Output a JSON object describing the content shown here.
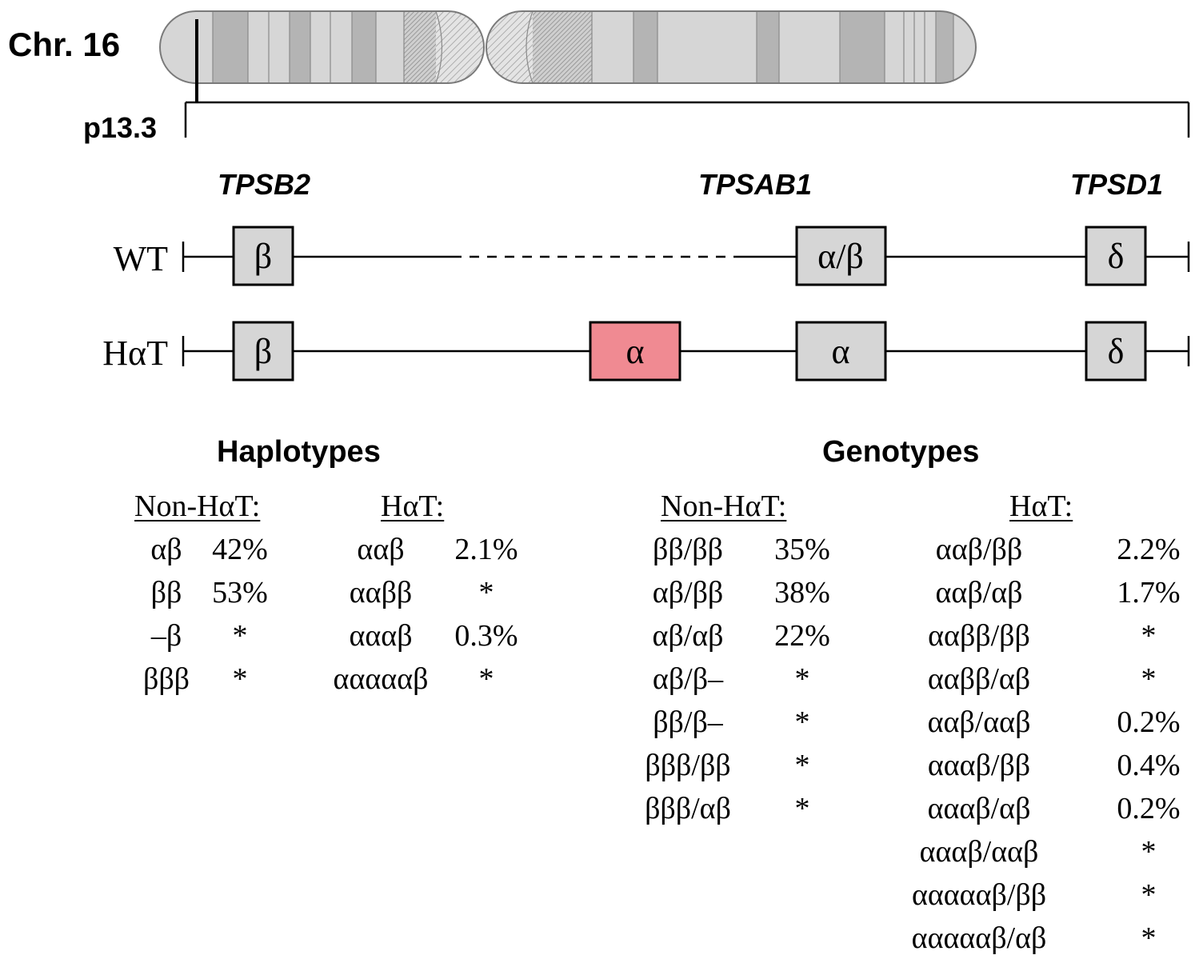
{
  "chromosome": {
    "label": "Chr. 16",
    "band": "p13.3",
    "colors": {
      "body": "#d6d6d6",
      "band_dark": "#b4b4b4",
      "outline": "#7a7a7a"
    }
  },
  "genes": {
    "tpsb2": "TPSB2",
    "tpsab1": "TPSAB1",
    "tpsd1": "TPSD1"
  },
  "alleles": {
    "wt": {
      "label": "WT",
      "boxes": [
        "β",
        "α/β",
        "δ"
      ]
    },
    "hat": {
      "label": "HαT",
      "boxes": [
        "β",
        "α",
        "α",
        "δ"
      ],
      "highlight_color": "#f08a92"
    }
  },
  "haplotypes": {
    "title": "Haplotypes",
    "non_hat": {
      "header": "Non-HαT:",
      "rows": [
        {
          "name": "αβ",
          "value": "42%"
        },
        {
          "name": "ββ",
          "value": "53%"
        },
        {
          "name": "–β",
          "value": "*"
        },
        {
          "name": "βββ",
          "value": "*"
        }
      ]
    },
    "hat": {
      "header": "HαT:",
      "rows": [
        {
          "name": "ααβ",
          "value": "2.1%"
        },
        {
          "name": "ααββ",
          "value": "*"
        },
        {
          "name": "αααβ",
          "value": "0.3%"
        },
        {
          "name": "αααααβ",
          "value": "*"
        }
      ]
    }
  },
  "genotypes": {
    "title": "Genotypes",
    "non_hat": {
      "header": "Non-HαT:",
      "rows": [
        {
          "name": "ββ/ββ",
          "value": "35%"
        },
        {
          "name": "αβ/ββ",
          "value": "38%"
        },
        {
          "name": "αβ/αβ",
          "value": "22%"
        },
        {
          "name": "αβ/β–",
          "value": "*"
        },
        {
          "name": "ββ/β–",
          "value": "*"
        },
        {
          "name": "βββ/ββ",
          "value": "*"
        },
        {
          "name": "βββ/αβ",
          "value": "*"
        }
      ]
    },
    "hat": {
      "header": "HαT:",
      "rows": [
        {
          "name": "ααβ/ββ",
          "value": "2.2%"
        },
        {
          "name": "ααβ/αβ",
          "value": "1.7%"
        },
        {
          "name": "ααββ/ββ",
          "value": "*"
        },
        {
          "name": "ααββ/αβ",
          "value": "*"
        },
        {
          "name": "ααβ/ααβ",
          "value": "0.2%"
        },
        {
          "name": "αααβ/ββ",
          "value": "0.4%"
        },
        {
          "name": "αααβ/αβ",
          "value": "0.2%"
        },
        {
          "name": "αααβ/ααβ",
          "value": "*"
        },
        {
          "name": "αααααβ/ββ",
          "value": "*"
        },
        {
          "name": "αααααβ/αβ",
          "value": "*"
        }
      ]
    }
  }
}
